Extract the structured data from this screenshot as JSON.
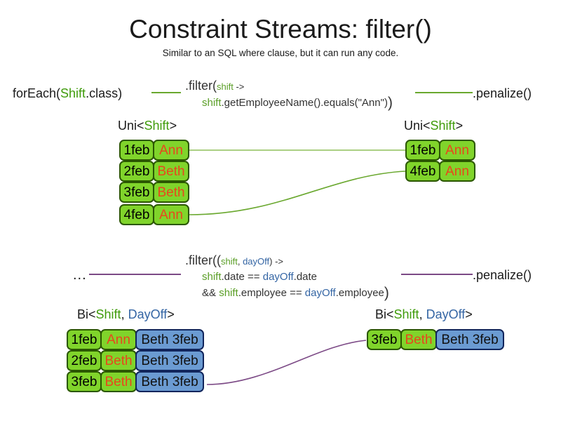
{
  "slide": {
    "title": "Constraint Streams: filter()",
    "subtitle": "Similar to an SQL where clause, but it can run any code."
  },
  "colors": {
    "shift_green": "#80d42b",
    "shift_green_border": "#2b5700",
    "dayoff_blue": "#6b9bd2",
    "dayoff_blue_border": "#11255c",
    "name_orange": "#e8471c",
    "wire_green": "#6aa82f",
    "wire_purple": "#7c4a86",
    "type_green": "#3f9b0b",
    "type_blue": "#3465a4",
    "text_dark": "#1a1a1a"
  },
  "uni_section": {
    "source_label": {
      "prefix": "forEach(",
      "type": "Shift",
      "suffix": ".class)"
    },
    "filter_line1": {
      "prefix": ".filter(",
      "param": "shift",
      "arrow": " ->"
    },
    "filter_line2": {
      "param": "shift",
      "body": ".getEmployeeName().equals(\"Ann\")",
      "close": ")"
    },
    "terminal_label": ".penalize()",
    "in_stream_label": {
      "prefix": "Uni<",
      "type": "Shift",
      "suffix": ">"
    },
    "out_stream_label": {
      "prefix": "Uni<",
      "type": "Shift",
      "suffix": ">"
    },
    "in_tuples": [
      {
        "date": "1feb",
        "name": "Ann"
      },
      {
        "date": "2feb",
        "name": "Beth"
      },
      {
        "date": "3feb",
        "name": "Beth"
      },
      {
        "date": "4feb",
        "name": "Ann"
      }
    ],
    "out_tuples": [
      {
        "date": "1feb",
        "name": "Ann"
      },
      {
        "date": "4feb",
        "name": "Ann"
      }
    ]
  },
  "bi_section": {
    "source_label": "...",
    "filter_line1": {
      "prefix": ".filter((",
      "param1": "shift",
      "comma": ", ",
      "param2": "dayOff",
      "arrow": ") ->"
    },
    "filter_line2": {
      "param1": "shift",
      "mid": ".date == ",
      "param2": "dayOff",
      "tail": ".date"
    },
    "filter_line3": {
      "lead": "&& ",
      "param1": "shift",
      "mid": ".employee == ",
      "param2": "dayOff",
      "tail": ".employee",
      "close": ")"
    },
    "terminal_label": ".penalize()",
    "in_stream_label": {
      "prefix": "Bi<",
      "type1": "Shift",
      "comma": ", ",
      "type2": "DayOff",
      "suffix": ">"
    },
    "out_stream_label": {
      "prefix": "Bi<",
      "type1": "Shift",
      "comma": ", ",
      "type2": "DayOff",
      "suffix": ">"
    },
    "in_tuples": [
      {
        "date": "1feb",
        "name": "Ann",
        "dayoff": "Beth 3feb"
      },
      {
        "date": "2feb",
        "name": "Beth",
        "dayoff": "Beth 3feb"
      },
      {
        "date": "3feb",
        "name": "Beth",
        "dayoff": "Beth 3feb"
      }
    ],
    "out_tuples": [
      {
        "date": "3feb",
        "name": "Beth",
        "dayoff": "Beth 3feb"
      }
    ]
  }
}
